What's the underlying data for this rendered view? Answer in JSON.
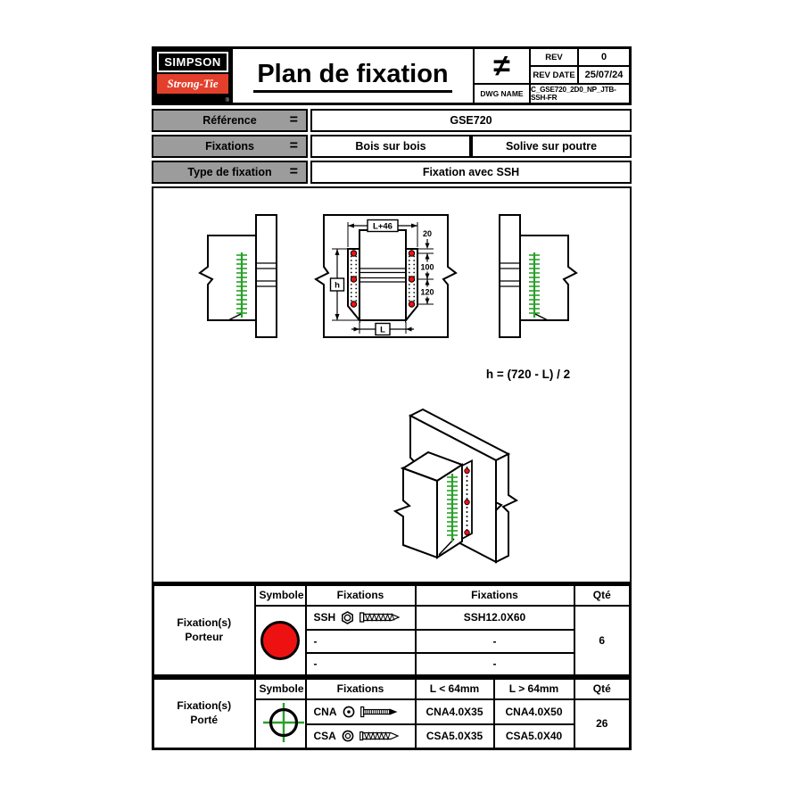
{
  "header": {
    "logo_line1": "SIMPSON",
    "logo_line2": "Strong-Tie",
    "registered_mark": "®",
    "title": "Plan de fixation",
    "projection_symbol": "≠",
    "rev_label": "REV",
    "rev_value": "0",
    "rev_date_label": "REV DATE",
    "rev_date_value": "25/07/24",
    "dwg_name_label": "DWG NAME",
    "dwg_name_value": "C_GSE720_2D0_NP_JTB-SSH-FR"
  },
  "reference_table": {
    "equals_symbol": "=",
    "row1_label": "Référence",
    "row1_value": "GSE720",
    "row2_label": "Fixations",
    "row2_value1": "Bois sur bois",
    "row2_value2": "Solive sur poutre",
    "row3_label": "Type de fixation",
    "row3_value": "Fixation avec SSH"
  },
  "drawing": {
    "dim_width_top": "L+46",
    "dim_offset_top": "20",
    "dim_spacing_1": "100",
    "dim_spacing_2": "120",
    "dim_height": "h",
    "dim_width_bottom": "L",
    "formula": "h = (720 - L) / 2"
  },
  "legend_porteur": {
    "label_line1": "Fixation(s)",
    "label_line2": "Porteur",
    "col_symbole": "Symbole",
    "col_fixations_1": "Fixations",
    "col_fixations_2": "Fixations",
    "col_qty": "Qté",
    "rows": [
      {
        "name": "SSH",
        "ref": "SSH12.0X60"
      },
      {
        "name": "-",
        "ref": "-"
      },
      {
        "name": "-",
        "ref": "-"
      }
    ],
    "qty": "6"
  },
  "legend_porte": {
    "label_line1": "Fixation(s)",
    "label_line2": "Porté",
    "col_symbole": "Symbole",
    "col_fixations": "Fixations",
    "col_short": "L < 64mm",
    "col_long": "L > 64mm",
    "col_qty": "Qté",
    "rows": [
      {
        "name": "CNA",
        "ref_short": "CNA4.0X35",
        "ref_long": "CNA4.0X50"
      },
      {
        "name": "CSA",
        "ref_short": "CSA5.0X35",
        "ref_long": "CSA5.0X40"
      }
    ],
    "qty": "26"
  },
  "colors": {
    "logo_red": "#e2402c",
    "fastener_red": "#ee1111",
    "screw_green": "#2aa02a",
    "table_gray": "#9c9c9c"
  }
}
